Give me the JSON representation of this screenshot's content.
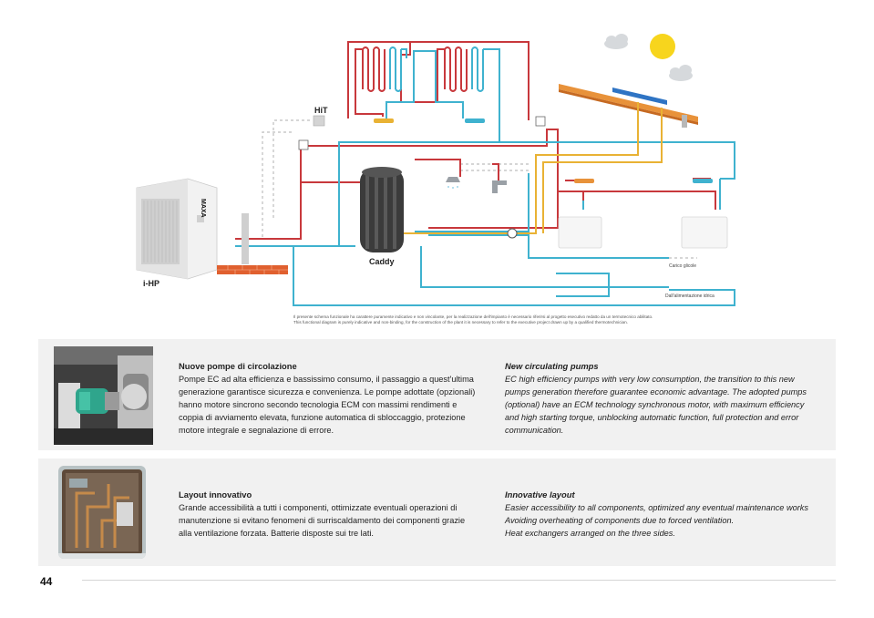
{
  "diagram": {
    "labels": {
      "hit": "HiT",
      "ihp": "i-HP",
      "caddy": "Caddy",
      "unit_brand": "MAXA",
      "carico": "Carico glicole",
      "alimentazione": "Dall'alimentazione idrica"
    },
    "disclaimer": {
      "it": "Il presente schema funzionale ha carattere puramente indicativo e non vincolante, per la realizzazione dell'impianto è necessario riferirsi al progetto esecutivo redatto da un termotecnico abilitato.",
      "en": "This functional diagram is purely indicative and non-binding, for the construction of the plant it is necessary to refer to the executive project drawn up by a qualified thermotechnician."
    },
    "colors": {
      "hot": "#c8383c",
      "cold": "#3fb2cf",
      "solar": "#e9b234",
      "dashed": "#c8c8c8"
    }
  },
  "sections": [
    {
      "it_title": "Nuove pompe di circolazione",
      "it_lines": [
        "Pompe EC ad alta efficienza e bassissimo consumo, il passaggio a quest'ultima",
        "generazione garantisce sicurezza e convenienza. Le pompe adottate (opzionali)",
        "hanno motore sincrono secondo tecnologia ECM con massimi rendimenti e",
        "coppia di avviamento elevata, funzione automatica di sbloccaggio, protezione",
        "motore integrale e segnalazione di errore."
      ],
      "en_title": "New circulating pumps",
      "en_lines": [
        "EC high efficiency pumps with very low consumption, the transition to this new",
        "pumps generation therefore guarantee economic advantage. The adopted pumps",
        "(optional) have an ECM technology synchronous motor, with maximum efficiency",
        "and high starting torque, unblocking automatic function, full protection and error",
        "communication."
      ]
    },
    {
      "it_title": "Layout innovativo",
      "it_lines": [
        "Grande accessibilità a tutti i componenti, ottimizzate eventuali operazioni di",
        "manutenzione si evitano fenomeni di surriscaldamento dei componenti grazie",
        "alla ventilazione forzata.  Batterie disposte sui tre lati."
      ],
      "en_title": "Innovative layout",
      "en_lines": [
        "Easier accessibility to all components, optimized any eventual maintenance works",
        "Avoiding overheating of components due to forced ventilation.",
        "Heat exchangers arranged on the three sides."
      ]
    }
  ],
  "page_number": "44"
}
